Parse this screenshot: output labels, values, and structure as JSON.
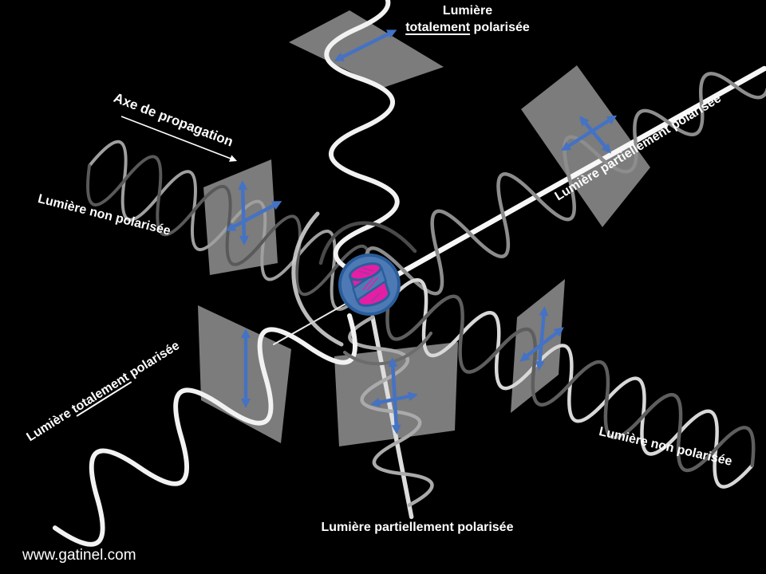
{
  "labels": {
    "top": {
      "line1": "Lumière",
      "underlined": "totalement",
      "rest": " polarisée"
    },
    "axis": "Axe de propagation",
    "left": "Lumière non polarisée",
    "upper_right": "Lumière partiellement polarisée",
    "lower_left": {
      "prefix": "Lumière ",
      "underlined": "totalement",
      "rest": " polarisée"
    },
    "bottom_right": "Lumière non polarisée",
    "bottom_center": "Lumière partiellement polarisée"
  },
  "watermark": "www.gatinel.com",
  "icons": {
    "polarization_arrow": "double-headed-arrow-icon",
    "propagation_arrow": "thin-arrow-icon"
  },
  "colors": {
    "background": "#000000",
    "plate_gray": "#7c7c7c",
    "arrow_blue": "#4472c4",
    "particle_blue": "#4d7ab5",
    "particle_border": "#2b5d9b",
    "particle_pink": "#e61ea3",
    "wave_white": "#f2f2f2",
    "wave_gray": "#8d8d8d",
    "text_white": "#ffffff"
  }
}
